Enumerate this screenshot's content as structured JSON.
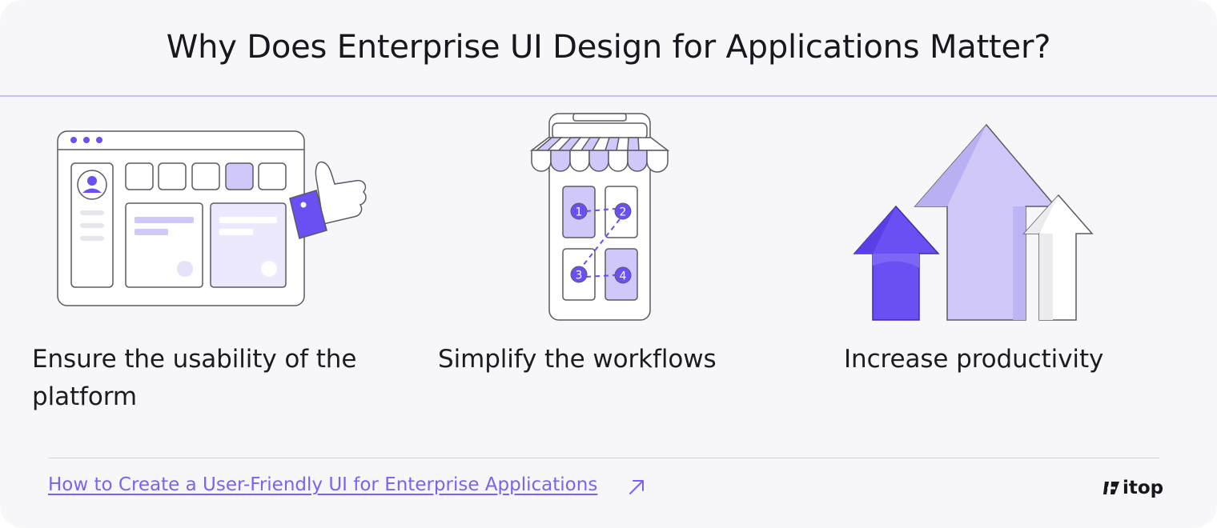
{
  "title": "Why Does Enterprise UI Design for Applications Matter?",
  "columns": [
    {
      "caption": "Ensure the usability of the platform",
      "icon": "thumbs-up-dashboard-icon"
    },
    {
      "caption": "Simplify the workflows",
      "icon": "workflow-steps-icon",
      "steps": [
        "1",
        "2",
        "3",
        "4"
      ]
    },
    {
      "caption": "Increase productivity",
      "icon": "growth-arrows-icon"
    }
  ],
  "footer": {
    "link_text": "How to Create a User-Friendly UI for Enterprise Applications",
    "brand": "itop"
  },
  "colors": {
    "accent": "#6a4ff3",
    "lavender": "#cfc8f8",
    "outline": "#5a5a66",
    "link": "#7a63f2"
  }
}
